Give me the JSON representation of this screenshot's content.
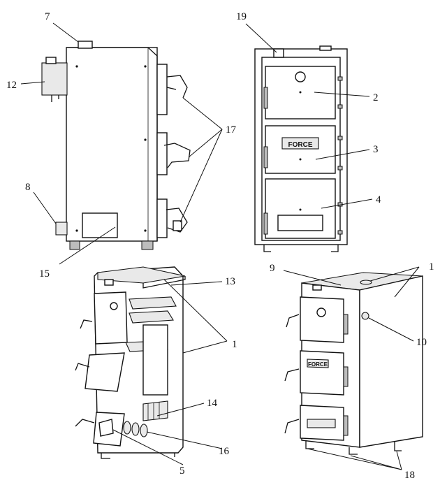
{
  "callouts": [
    {
      "id": "c7",
      "text": "7"
    },
    {
      "id": "c12",
      "text": "12"
    },
    {
      "id": "c17",
      "text": "17"
    },
    {
      "id": "c8",
      "text": "8"
    },
    {
      "id": "c15",
      "text": "15"
    },
    {
      "id": "c19",
      "text": "19"
    },
    {
      "id": "c2",
      "text": "2"
    },
    {
      "id": "c3",
      "text": "3"
    },
    {
      "id": "c4",
      "text": "4"
    },
    {
      "id": "c13",
      "text": "13"
    },
    {
      "id": "c1a",
      "text": "1"
    },
    {
      "id": "c14",
      "text": "14"
    },
    {
      "id": "c16",
      "text": "16"
    },
    {
      "id": "c5",
      "text": "5"
    },
    {
      "id": "c9",
      "text": "9"
    },
    {
      "id": "c1b",
      "text": "1"
    },
    {
      "id": "c10",
      "text": "10"
    },
    {
      "id": "c18",
      "text": "18"
    }
  ],
  "brand_plates": {
    "front": "FORCE",
    "perspective": "FORCE"
  },
  "colors": {
    "line": "#111111",
    "fill": "#ffffff",
    "shade": "#e9e9e9"
  }
}
